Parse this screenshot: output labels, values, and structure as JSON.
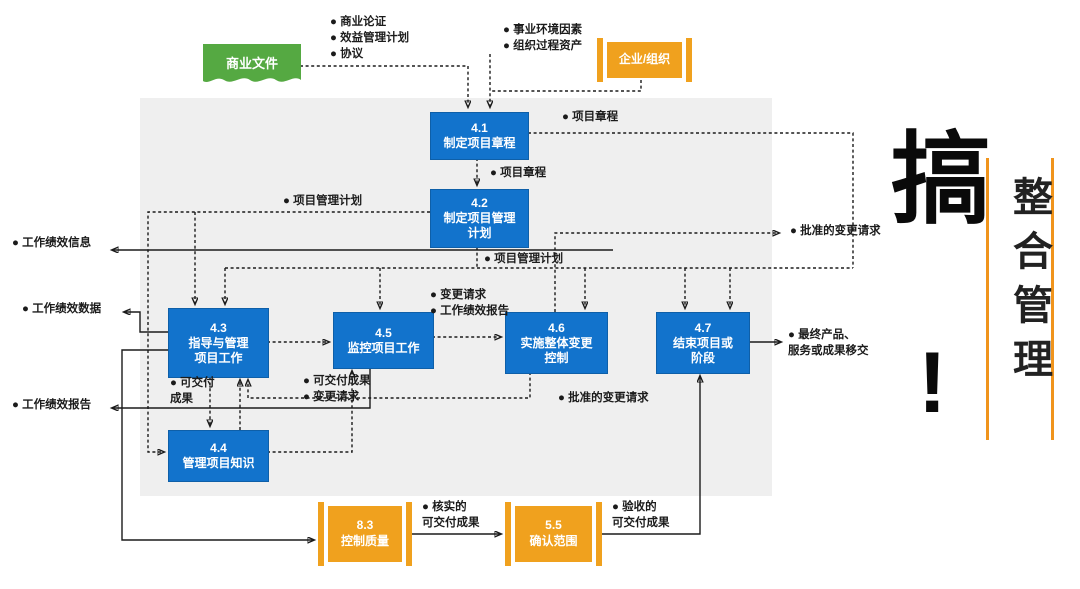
{
  "diagram": {
    "sources": {
      "business_documents": {
        "label": "商业文件",
        "items": [
          "● 商业论证",
          "● 效益管理计划",
          "● 协议"
        ]
      },
      "enterprise": {
        "label": "企业/组织",
        "items": [
          "● 事业环境因素",
          "● 组织过程资产"
        ]
      }
    },
    "processes": [
      {
        "id": "4.1",
        "name": "制定项目章程"
      },
      {
        "id": "4.2",
        "name": "制定项目管理\n计划"
      },
      {
        "id": "4.3",
        "name": "指导与管理\n项目工作"
      },
      {
        "id": "4.4",
        "name": "管理项目知识"
      },
      {
        "id": "4.5",
        "name": "监控项目工作"
      },
      {
        "id": "4.6",
        "name": "实施整体变更\n控制"
      },
      {
        "id": "4.7",
        "name": "结束项目或\n阶段"
      },
      {
        "id": "8.3",
        "name": "控制质量"
      },
      {
        "id": "5.5",
        "name": "确认范围"
      }
    ],
    "flow_labels": {
      "charter_out_right": "● 项目章程",
      "charter_to_42": "● 项目章程",
      "pm_plan_left": "● 项目管理计划",
      "pm_plan_below": "● 项目管理计划",
      "work_perf_info": "● 工作绩效信息",
      "work_perf_data": "● 工作绩效数据",
      "work_perf_report": "● 工作绩效报告",
      "change_requests_mid": "● 变更请求\n● 工作绩效报告",
      "deliverables_43": "● 可交付\n成果",
      "deliverables_45": "● 可交付成果\n● 变更请求",
      "approved_cr_mid": "● 批准的变更请求",
      "approved_cr_right": "● 批准的变更请求",
      "final_product": "● 最终产品、\n服务或成果移交",
      "verified_deliverables": "● 核实的\n可交付成果",
      "accepted_deliverables": "● 验收的\n可交付成果"
    },
    "banner": {
      "headline_char": "搞",
      "exclamation": "!",
      "vertical_title": "整合管理"
    },
    "colors": {
      "process_blue": "#1273cc",
      "store_orange": "#f0a11e",
      "doc_green": "#55a942",
      "panel_gray": "#efefef",
      "banner_rule_orange": "#f0941c"
    }
  }
}
